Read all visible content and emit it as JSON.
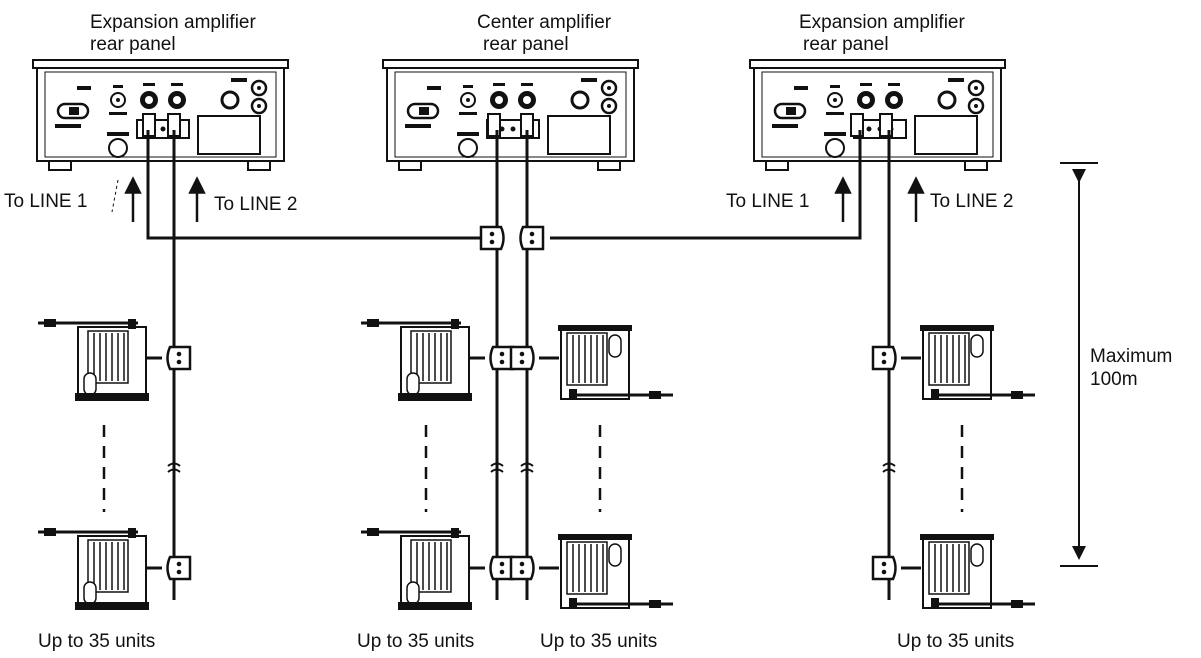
{
  "labels": {
    "left_panel_line1": "Expansion amplifier",
    "left_panel_line2": "rear panel",
    "center_panel_line1": "Center amplifier",
    "center_panel_line2": "rear panel",
    "right_panel_line1": "Expansion amplifier",
    "right_panel_line2": "rear panel",
    "to_line1_left": "To LINE 1",
    "to_line2_left": "To LINE 2",
    "to_line1_right": "To LINE 1",
    "to_line2_right": "To LINE 2",
    "max_line1": "Maximum",
    "max_line2": "100m",
    "units_1": "Up to 35 units",
    "units_2": "Up to 35 units",
    "units_3": "Up to 35 units",
    "units_4": "Up to 35 units"
  }
}
